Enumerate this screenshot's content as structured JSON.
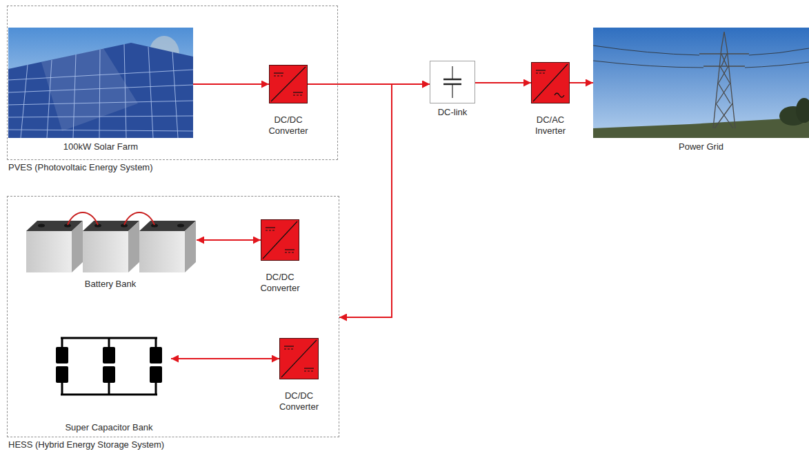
{
  "diagram": {
    "nodes": [
      {
        "text": [
          "PVES (Photovoltaic Energy System)"
        ]
      },
      {
        "text": [
          "100kW Solar Farm"
        ],
        "in": 0
      },
      {
        "text": [
          "DC/DC Converter"
        ],
        "in": 0
      },
      {
        "text": [
          "DC-link"
        ]
      },
      {
        "text": [
          "DC/AC Inverter"
        ]
      },
      {
        "text": [
          "Power Grid"
        ]
      },
      {
        "text": [
          "HESS (Hybrid Energy Storage System)"
        ]
      },
      {
        "text": [
          "Battery Bank"
        ],
        "in": 6
      },
      {
        "text": [
          "DC/DC Converter"
        ],
        "in": 6
      },
      {
        "text": [
          "Super Capacitor Bank"
        ],
        "in": 6
      },
      {
        "text": [
          "DC/DC Converter"
        ],
        "in": 6
      }
    ],
    "edges": [
      {
        "from": 1,
        "to": 2,
        "arrow": "to"
      },
      {
        "from": 2,
        "to": 3,
        "arrow": "to"
      },
      {
        "from": 3,
        "to": 4,
        "arrow": "to"
      },
      {
        "from": 4,
        "to": 5,
        "arrow": "to"
      },
      {
        "from": 6,
        "to": 3,
        "arrow": "both"
      },
      {
        "from": 7,
        "to": 8,
        "arrow": "both"
      },
      {
        "from": 9,
        "to": 10,
        "arrow": "both"
      }
    ]
  }
}
